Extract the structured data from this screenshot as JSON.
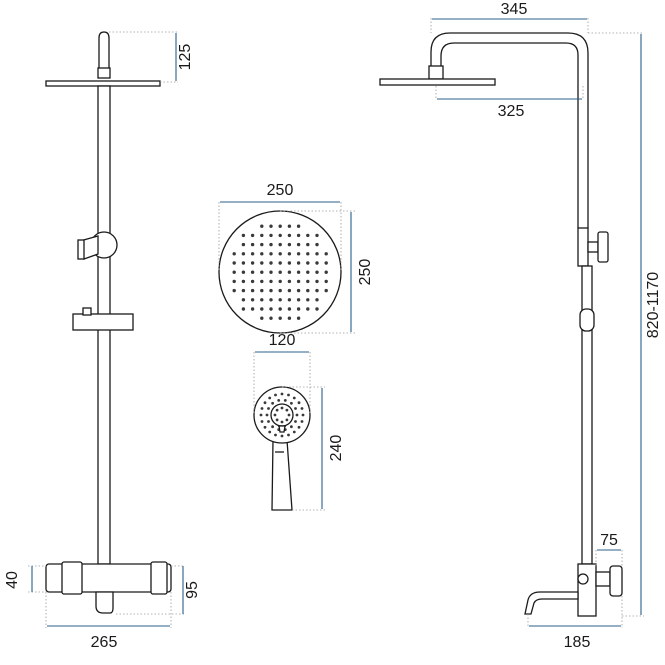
{
  "figure": {
    "colors": {
      "outline": "#1a1a1a",
      "dimension_line": "#2b5f8a",
      "extension_line": "#9a9a9a"
    }
  },
  "dimensions": {
    "left_view": {
      "head_height": "125",
      "mixer_depth": "40",
      "mixer_height": "95",
      "mixer_width": "265"
    },
    "rain_head": {
      "width": "250",
      "height": "250"
    },
    "hand_shower": {
      "width": "120",
      "height": "240"
    },
    "right_view": {
      "arm_reach": "345",
      "head_offset": "325",
      "total_height": "820-1170",
      "spout_depth": "75",
      "spout_length": "185"
    }
  }
}
